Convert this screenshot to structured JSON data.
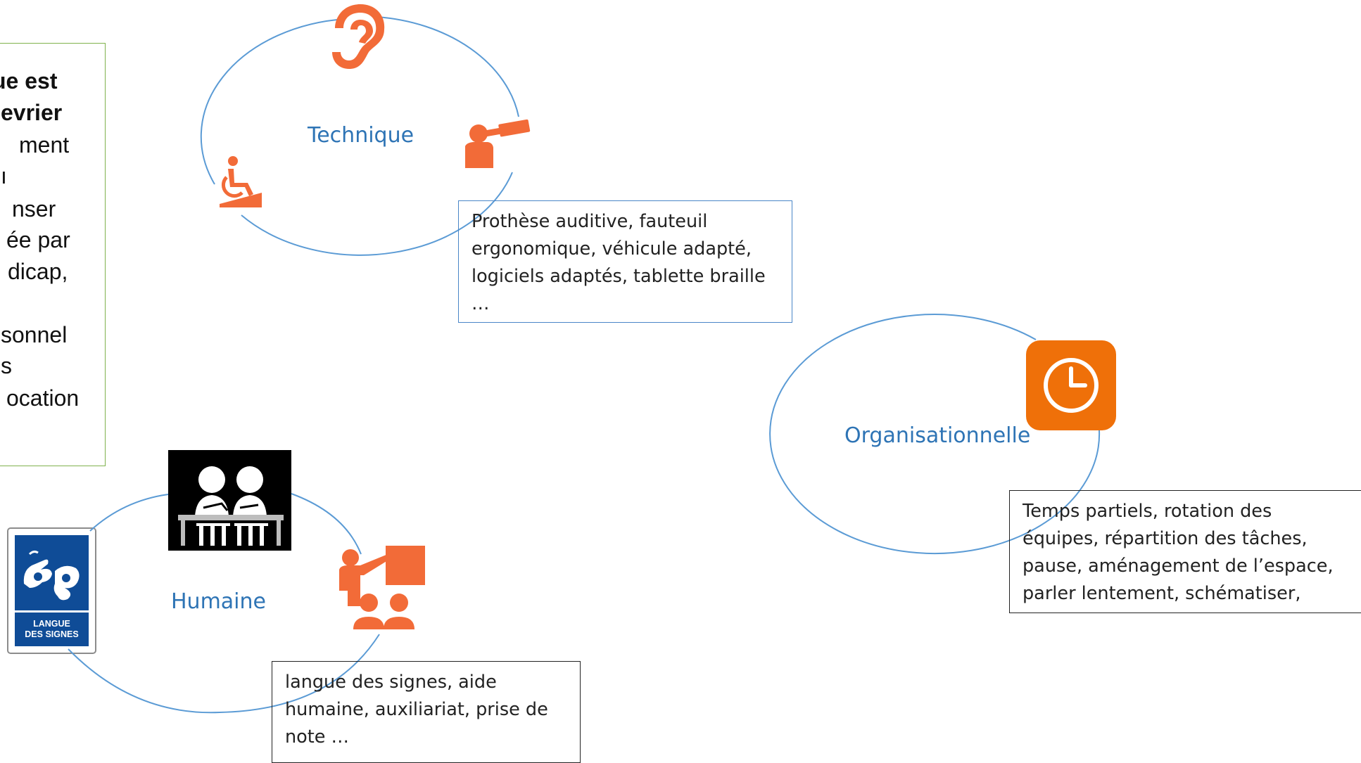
{
  "side_box": {
    "lines": [
      {
        "text": "ue est",
        "bold": true
      },
      {
        "text": "evrier",
        "bold": true
      },
      {
        "text": "ment",
        "bold": false
      },
      {
        "text": "ı",
        "bold": false
      },
      {
        "text": "nser",
        "bold": false
      },
      {
        "text": "ée par",
        "bold": false
      },
      {
        "text": "dicap,",
        "bold": false
      },
      {
        "text": "sonnel",
        "bold": false
      },
      {
        "text": "s",
        "bold": false
      },
      {
        "text": "ocation",
        "bold": false
      }
    ]
  },
  "cycles": {
    "technique": {
      "label": "Technique",
      "icons": [
        "ear-icon",
        "telescope-person-icon",
        "wheelchair-ramp-icon"
      ],
      "description": [
        "Prothèse auditive, fauteuil",
        "ergonomique, véhicule adapté,",
        "logiciels adaptés, tablette braille",
        "…"
      ]
    },
    "organisationnelle": {
      "label": "Organisationnelle",
      "icons": [
        "clock-icon"
      ],
      "description": [
        "Temps partiels, rotation des",
        "équipes, répartition des tâches,",
        "pause, aménagement de l’espace,",
        "parler lentement, schématiser,"
      ]
    },
    "humaine": {
      "label": "Humaine",
      "icons": [
        "two-people-desk-icon",
        "presenter-board-icon",
        "sign-language-icon"
      ],
      "description": [
        "langue des signes, aide",
        "humaine, auxiliariat, prise de",
        "note  …"
      ],
      "sign_text": [
        "LANGUE",
        "DES SIGNES"
      ]
    }
  },
  "colors": {
    "cycle_line": "#5b9bd5",
    "label": "#2e74b5",
    "icon_orange": "#f26b38",
    "clock_tile": "#ef7009",
    "side_border": "#7fb24d",
    "sign_blue": "#0f4c97"
  }
}
